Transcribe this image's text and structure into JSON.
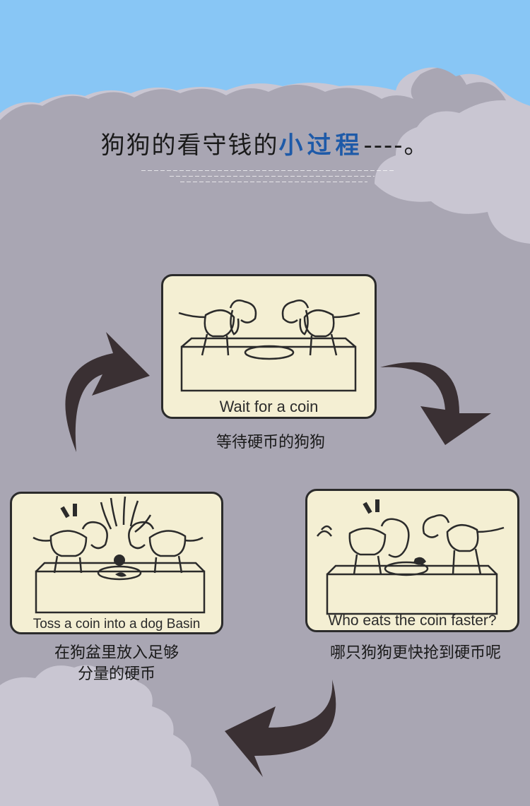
{
  "title": {
    "main": "狗狗的看守钱的",
    "highlight": "小过程",
    "suffix": "----。"
  },
  "steps": [
    {
      "label": "Wait for a coin",
      "caption": "等待硬币的狗狗"
    },
    {
      "label": "Who eats the coin faster?",
      "caption": "哪只狗狗更快抢到硬币呢"
    },
    {
      "label": "Toss a coin into a dog Basin",
      "caption_line1": "在狗盆里放入足够",
      "caption_line2": "分量的硬币"
    }
  ],
  "colors": {
    "sky": "#88c6f5",
    "cloud": "#c9c6d2",
    "background": "#a9a6b3",
    "panel": "#f4efd3",
    "arrow": "#3a3033",
    "highlight": "#1e5aa8"
  }
}
